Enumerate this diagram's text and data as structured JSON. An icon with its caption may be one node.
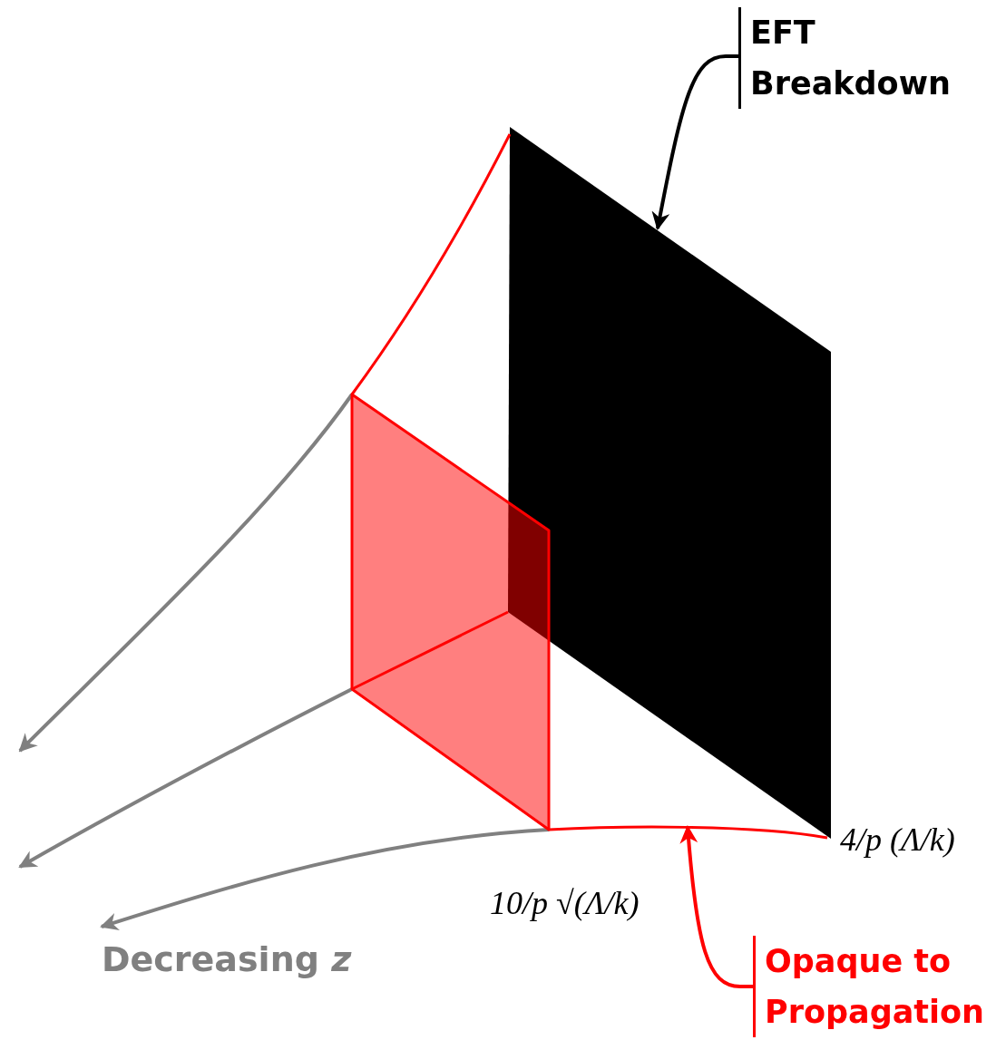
{
  "diagram": {
    "nodes": [
      {
        "text": [
          "EFT Breakdown"
        ]
      },
      {
        "text": [],
        "shape": "box"
      },
      {
        "text": [
          "Opaque to Propagation"
        ]
      },
      {
        "text": [],
        "shape": "line"
      }
    ],
    "edges": [
      {
        "from": 0,
        "to": 1,
        "arrow": "to"
      },
      {
        "from": 2,
        "to": 3,
        "arrow": "to",
        "color": "#ff0000"
      }
    ],
    "labels": [
      "4/p (Λ/k)",
      "10/p √(Λ/k)",
      "Decreasing *z*"
    ]
  }
}
